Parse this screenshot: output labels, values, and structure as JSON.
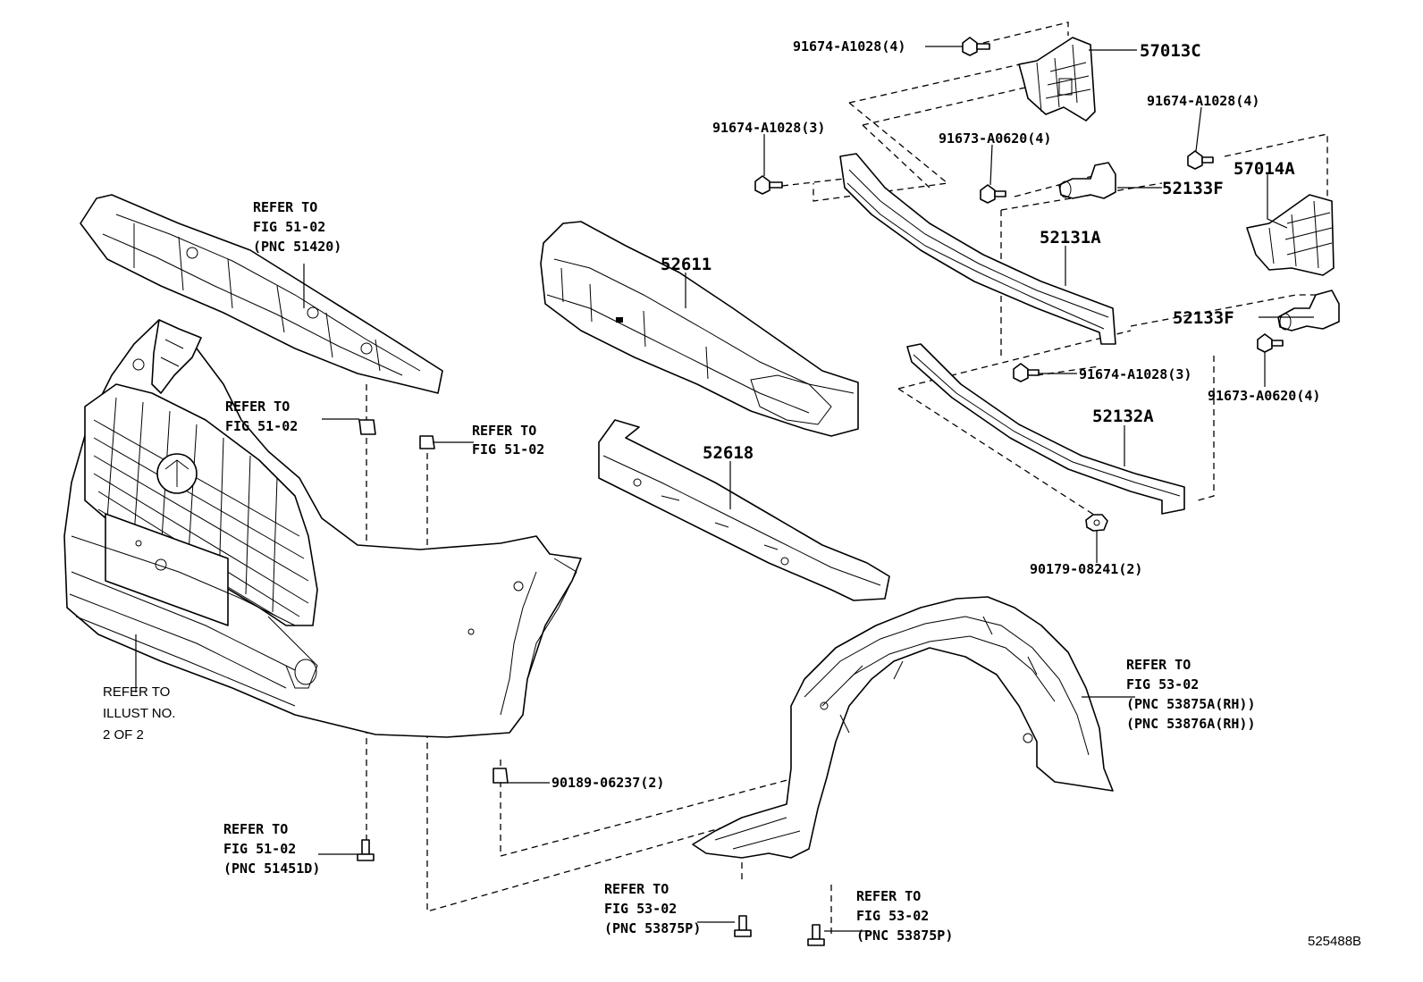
{
  "diagram_id": "525488B",
  "labels": {
    "top_bolt_4": "91674-A1028(4)",
    "part_57013C": "57013C",
    "left_bolt_3": "91674-A1028(3)",
    "clip_bolt_4_top": "91673-A0620(4)",
    "right_bolt_4": "91674-A1028(4)",
    "part_57014A": "57014A",
    "part_52133F_top": "52133F",
    "part_52131A": "52131A",
    "part_52611": "52611",
    "part_52133F_lower": "52133F",
    "mid_bolt_3": "91674-A1028(3)",
    "clip_bolt_4_right": "91673-A0620(4)",
    "part_52132A": "52132A",
    "part_52618": "52618",
    "nut_2": "90179-08241(2)",
    "clip_2": "90189-06237(2)"
  },
  "refs": {
    "ref_51420": [
      "REFER TO",
      "FIG 51-02",
      "(PNC 51420)"
    ],
    "ref_fig_left": [
      "REFER TO",
      "FIG 51-02"
    ],
    "ref_fig_right": [
      "REFER TO",
      "FIG 51-02"
    ],
    "ref_illust": [
      "REFER TO",
      "ILLUST NO.",
      "2 OF 2"
    ],
    "ref_51451D": [
      "REFER TO",
      "FIG 51-02",
      "(PNC 51451D)"
    ],
    "ref_53875A": [
      "REFER TO",
      "FIG 53-02",
      "(PNC 53875A(RH))",
      "(PNC 53876A(RH))"
    ],
    "ref_53875P_left": [
      "REFER TO",
      "FIG 53-02",
      "(PNC 53875P)"
    ],
    "ref_53875P_right": [
      "REFER TO",
      "FIG 53-02",
      "(PNC 53875P)"
    ]
  }
}
